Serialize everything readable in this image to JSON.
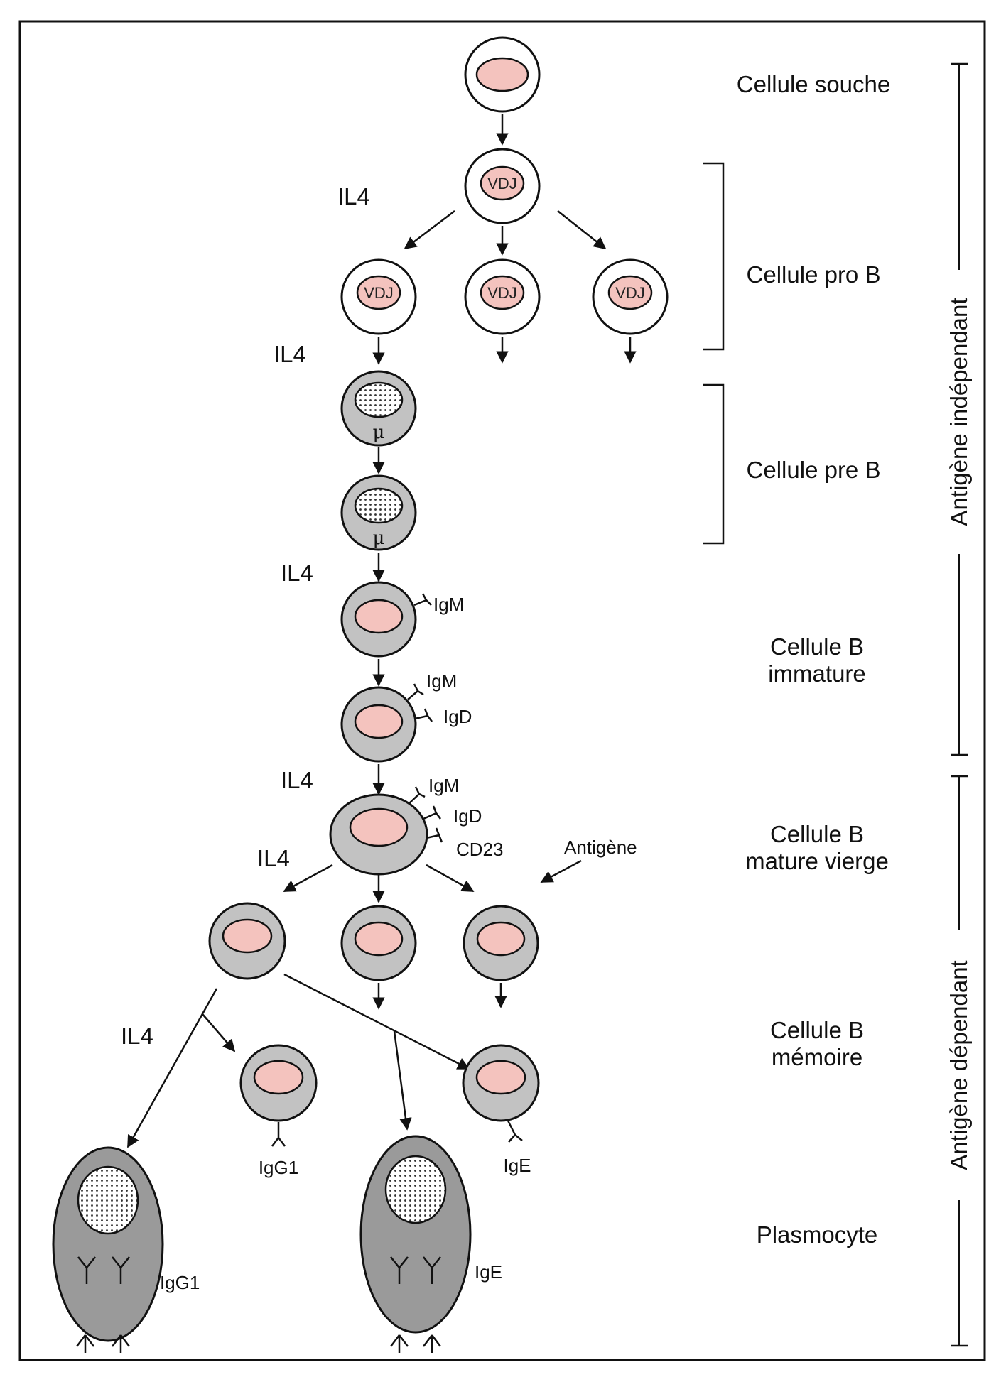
{
  "colors": {
    "nucleus_pink": "#f4c3be",
    "membrane_gray": "#c2c2c2",
    "plasma_gray": "#9a9a9a",
    "line": "#111111"
  },
  "stages": {
    "stem": "Cellule souche",
    "pro_b": "Cellule pro B",
    "pre_b": "Cellule pre B",
    "immature_1": "Cellule B",
    "immature_2": "immature",
    "mature_1": "Cellule B",
    "mature_2": "mature vierge",
    "memory_1": "Cellule B",
    "memory_2": "mémoire",
    "plasma": "Plasmocyte"
  },
  "phases": {
    "independent": "Antigène indépendant",
    "dependent": "Antigène dépendant"
  },
  "cytokine": "IL4",
  "nucleus_label": "VDJ",
  "mu": "μ",
  "antigen": "Antigène",
  "receptors": {
    "igm": "IgM",
    "igd": "IgD",
    "cd23": "CD23",
    "igg1": "IgG1",
    "ige": "IgE"
  }
}
